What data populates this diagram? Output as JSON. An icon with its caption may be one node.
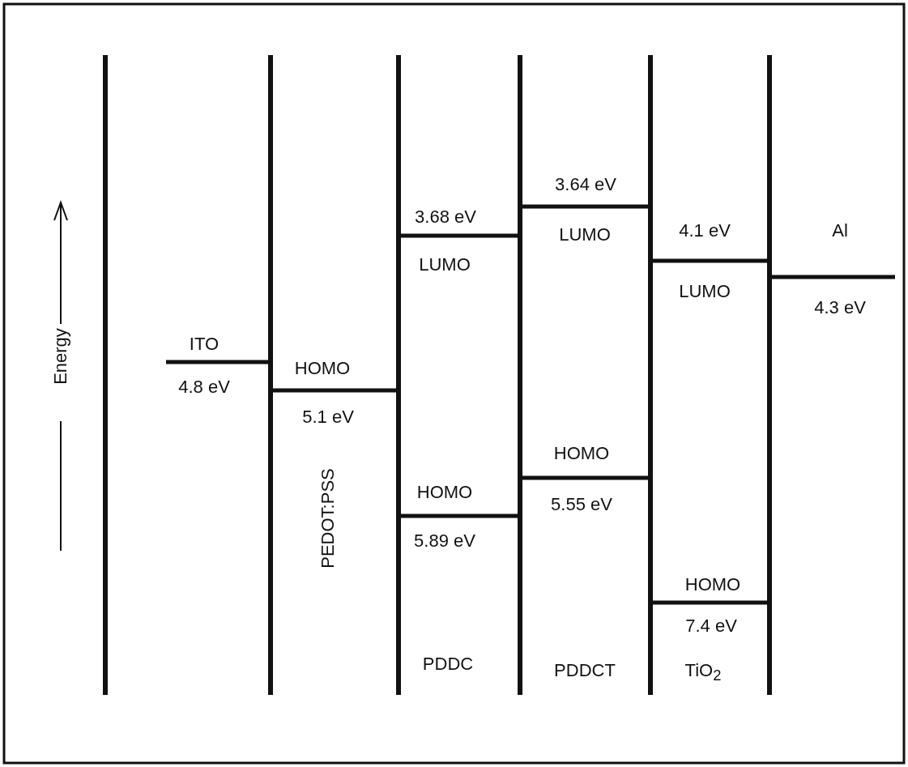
{
  "diagram": {
    "labels": [
      "3.64 eV",
      "3.68 eV",
      "LUMO",
      "4.1 eV",
      "Al",
      "LUMO",
      "LUMO",
      "4.3 eV",
      "ITO",
      "Energy",
      "HOMO",
      "4.8 eV",
      "5.1 eV",
      "HOMO",
      "PEDOT:PSS",
      "HOMO",
      "5.55 eV",
      "5.89 eV",
      "HOMO",
      "7.4 eV",
      "PDDC",
      "PDDCT",
      "TiO$_{2}$"
    ]
  }
}
